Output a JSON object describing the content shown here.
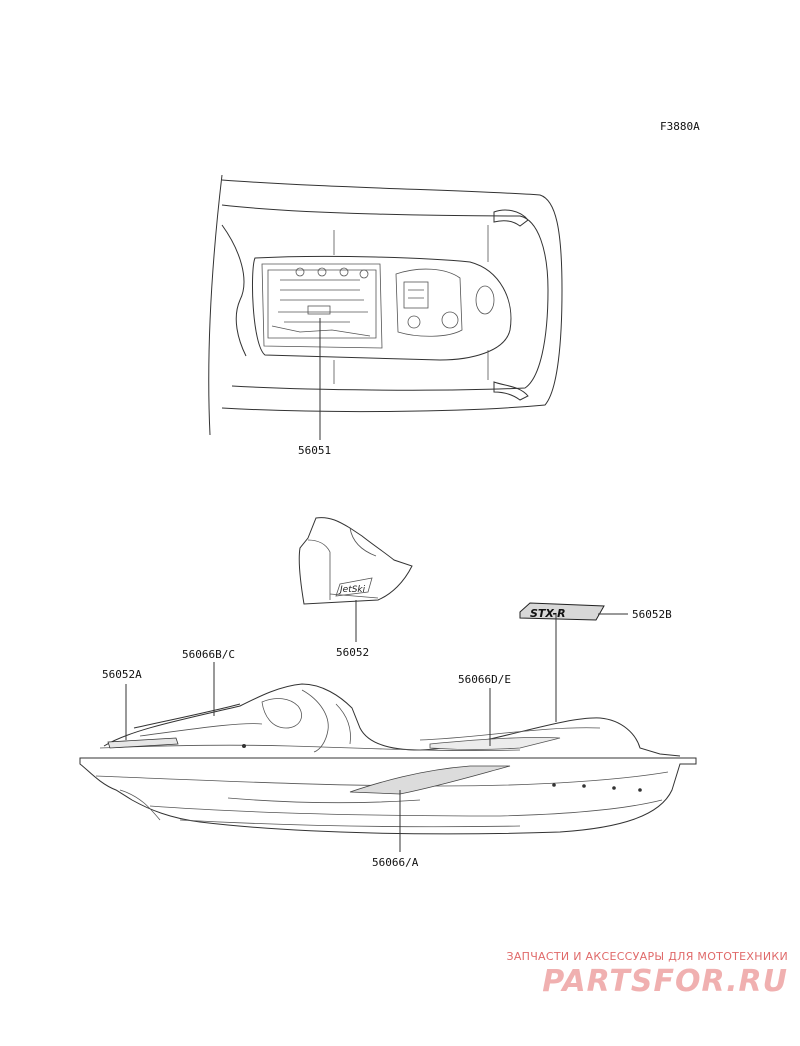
{
  "figure_code": "F3880A",
  "callouts": {
    "top_cover": "56051",
    "side_decal": "56052",
    "decal_right": "56052B",
    "decal_front": "56052A",
    "stripe_front": "56066B/C",
    "stripe_rear": "56066D/E",
    "hull_stripe": "56066/A"
  },
  "watermark": {
    "tagline": "ЗАПЧАСТИ И АКСЕССУАРЫ ДЛЯ МОТОТЕХНИКИ",
    "logo": "PARTSFOR.RU"
  }
}
